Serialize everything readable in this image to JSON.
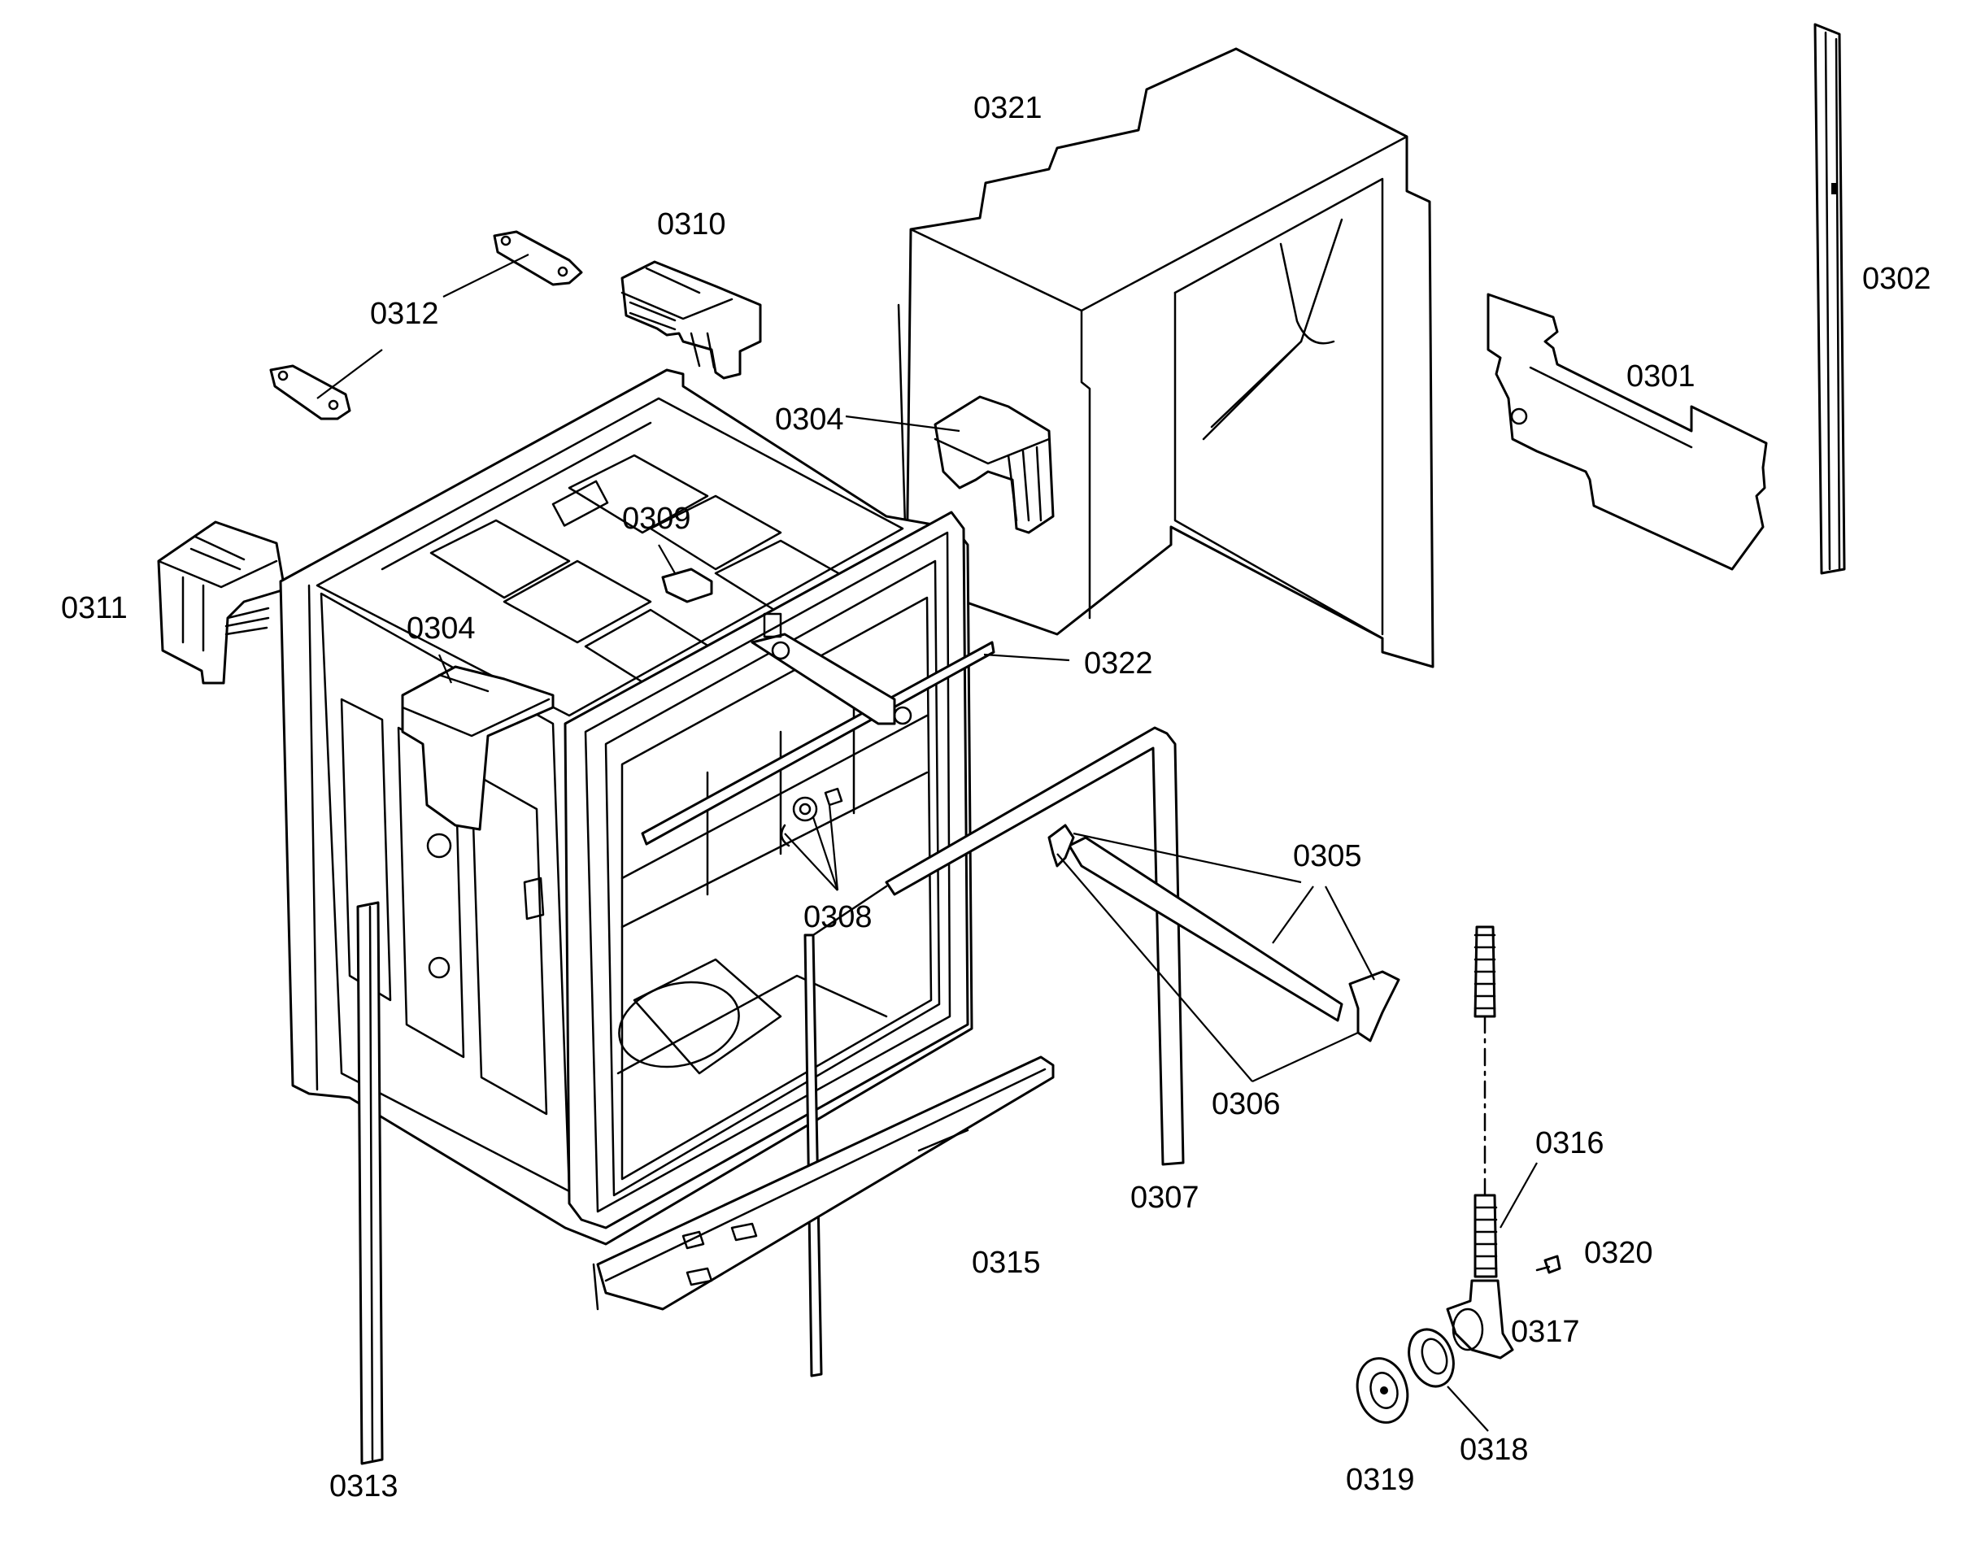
{
  "labels": {
    "p0301": "0301",
    "p0302": "0302",
    "p0304a": "0304",
    "p0304b": "0304",
    "p0305": "0305",
    "p0306": "0306",
    "p0307": "0307",
    "p0308": "0308",
    "p0309": "0309",
    "p0310": "0310",
    "p0311": "0311",
    "p0312": "0312",
    "p0313": "0313",
    "p0315": "0315",
    "p0316": "0316",
    "p0317": "0317",
    "p0318": "0318",
    "p0319": "0319",
    "p0320": "0320",
    "p0321": "0321",
    "p0322": "0322"
  },
  "colors": {
    "line": "#000000",
    "background": "#ffffff"
  }
}
